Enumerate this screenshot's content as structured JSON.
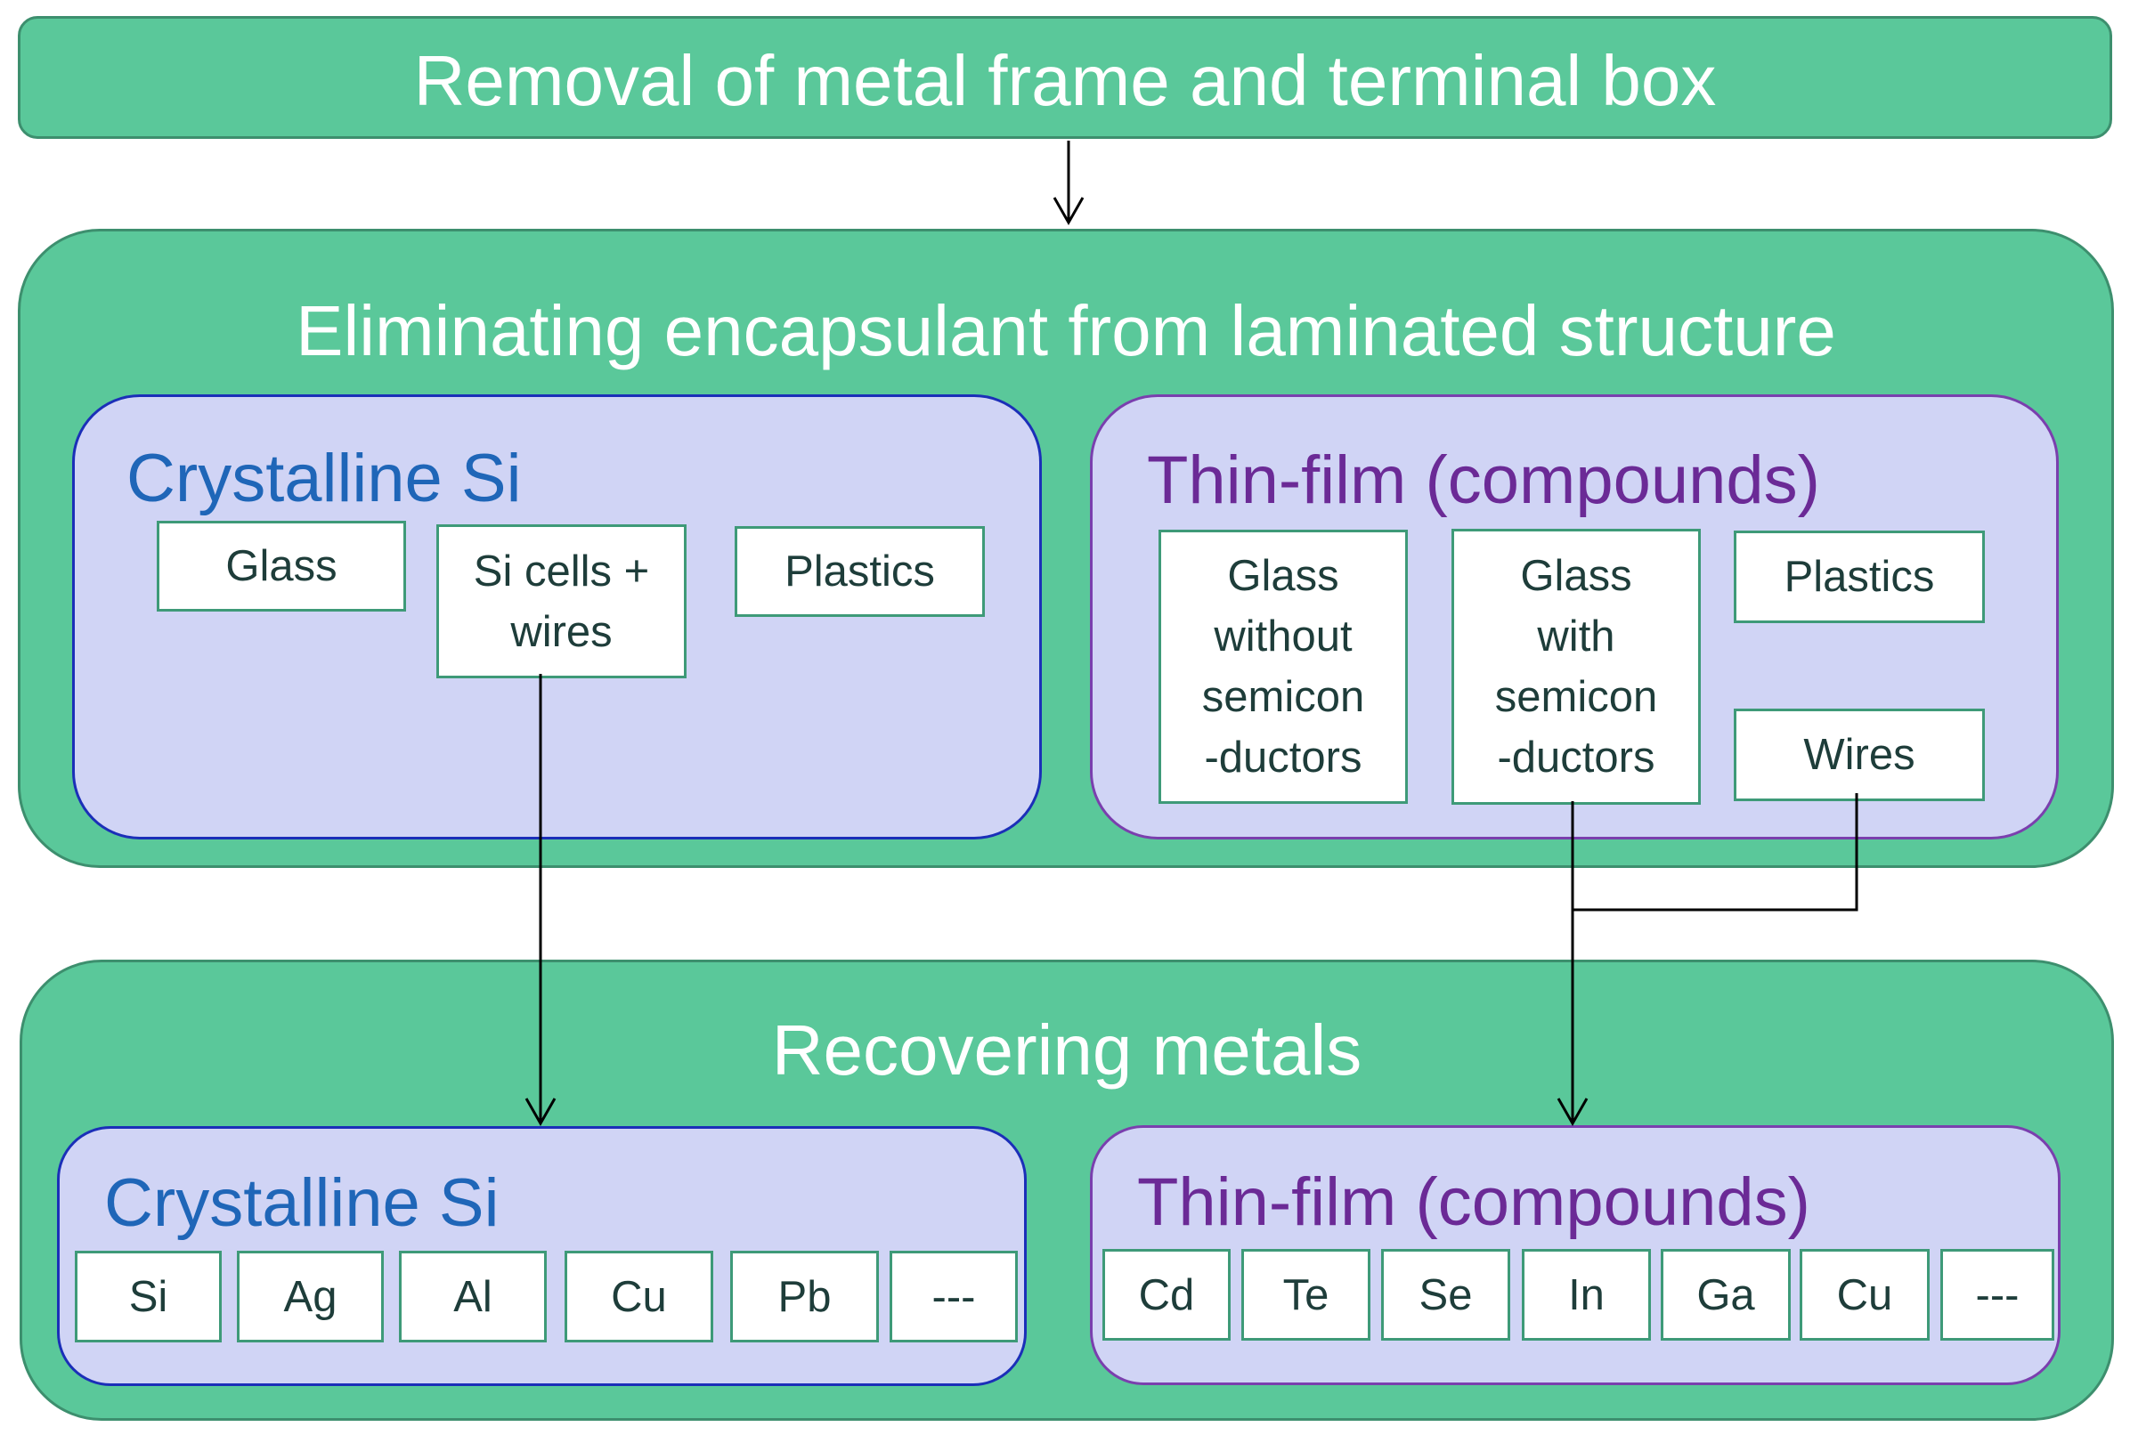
{
  "step1": {
    "title": "Removal of metal frame and terminal box"
  },
  "step2": {
    "title": "Eliminating encapsulant from laminated structure",
    "crystalline": {
      "title": "Crystalline Si",
      "items": {
        "glass": "Glass",
        "si_cells_line1": "Si cells +",
        "si_cells_line2": "wires",
        "plastics": "Plastics"
      }
    },
    "thin_film": {
      "title": "Thin-film (compounds)",
      "items": {
        "glass_without": [
          "Glass",
          "without",
          "semicon",
          "-ductors"
        ],
        "glass_with": [
          "Glass",
          "with",
          "semicon",
          "-ductors"
        ],
        "plastics": "Plastics",
        "wires": "Wires"
      }
    }
  },
  "step3": {
    "title": "Recovering metals",
    "crystalline": {
      "title": "Crystalline Si",
      "metals": [
        "Si",
        "Ag",
        "Al",
        "Cu",
        "Pb",
        "---"
      ]
    },
    "thin_film": {
      "title": "Thin-film (compounds)",
      "metals": [
        "Cd",
        "Te",
        "Se",
        "In",
        "Ga",
        "Cu",
        "---"
      ]
    }
  },
  "colors": {
    "band_fill": "#5ac89a",
    "panel_fill": "#d0d4f5",
    "crystalline_text": "#1f66b8",
    "thin_film_text": "#6b2a96"
  }
}
